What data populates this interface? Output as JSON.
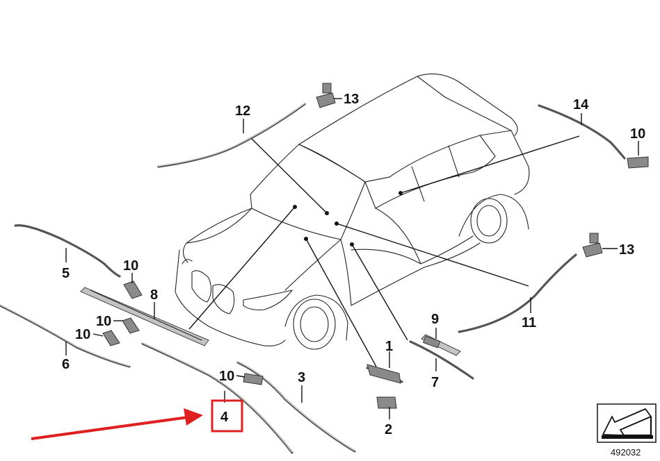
{
  "callouts": {
    "c1": "1",
    "c2": "2",
    "c3": "3",
    "c4": "4",
    "c5": "5",
    "c6": "6",
    "c7": "7",
    "c8": "8",
    "c9": "9",
    "c10": "10",
    "c11": "11",
    "c12": "12",
    "c13": "13",
    "c14": "14"
  },
  "reference_number": "492032",
  "highlight_color": "#e02020",
  "arrow_color": "#e02020",
  "icons": {
    "reference_box": "arrow-down-left-icon"
  }
}
